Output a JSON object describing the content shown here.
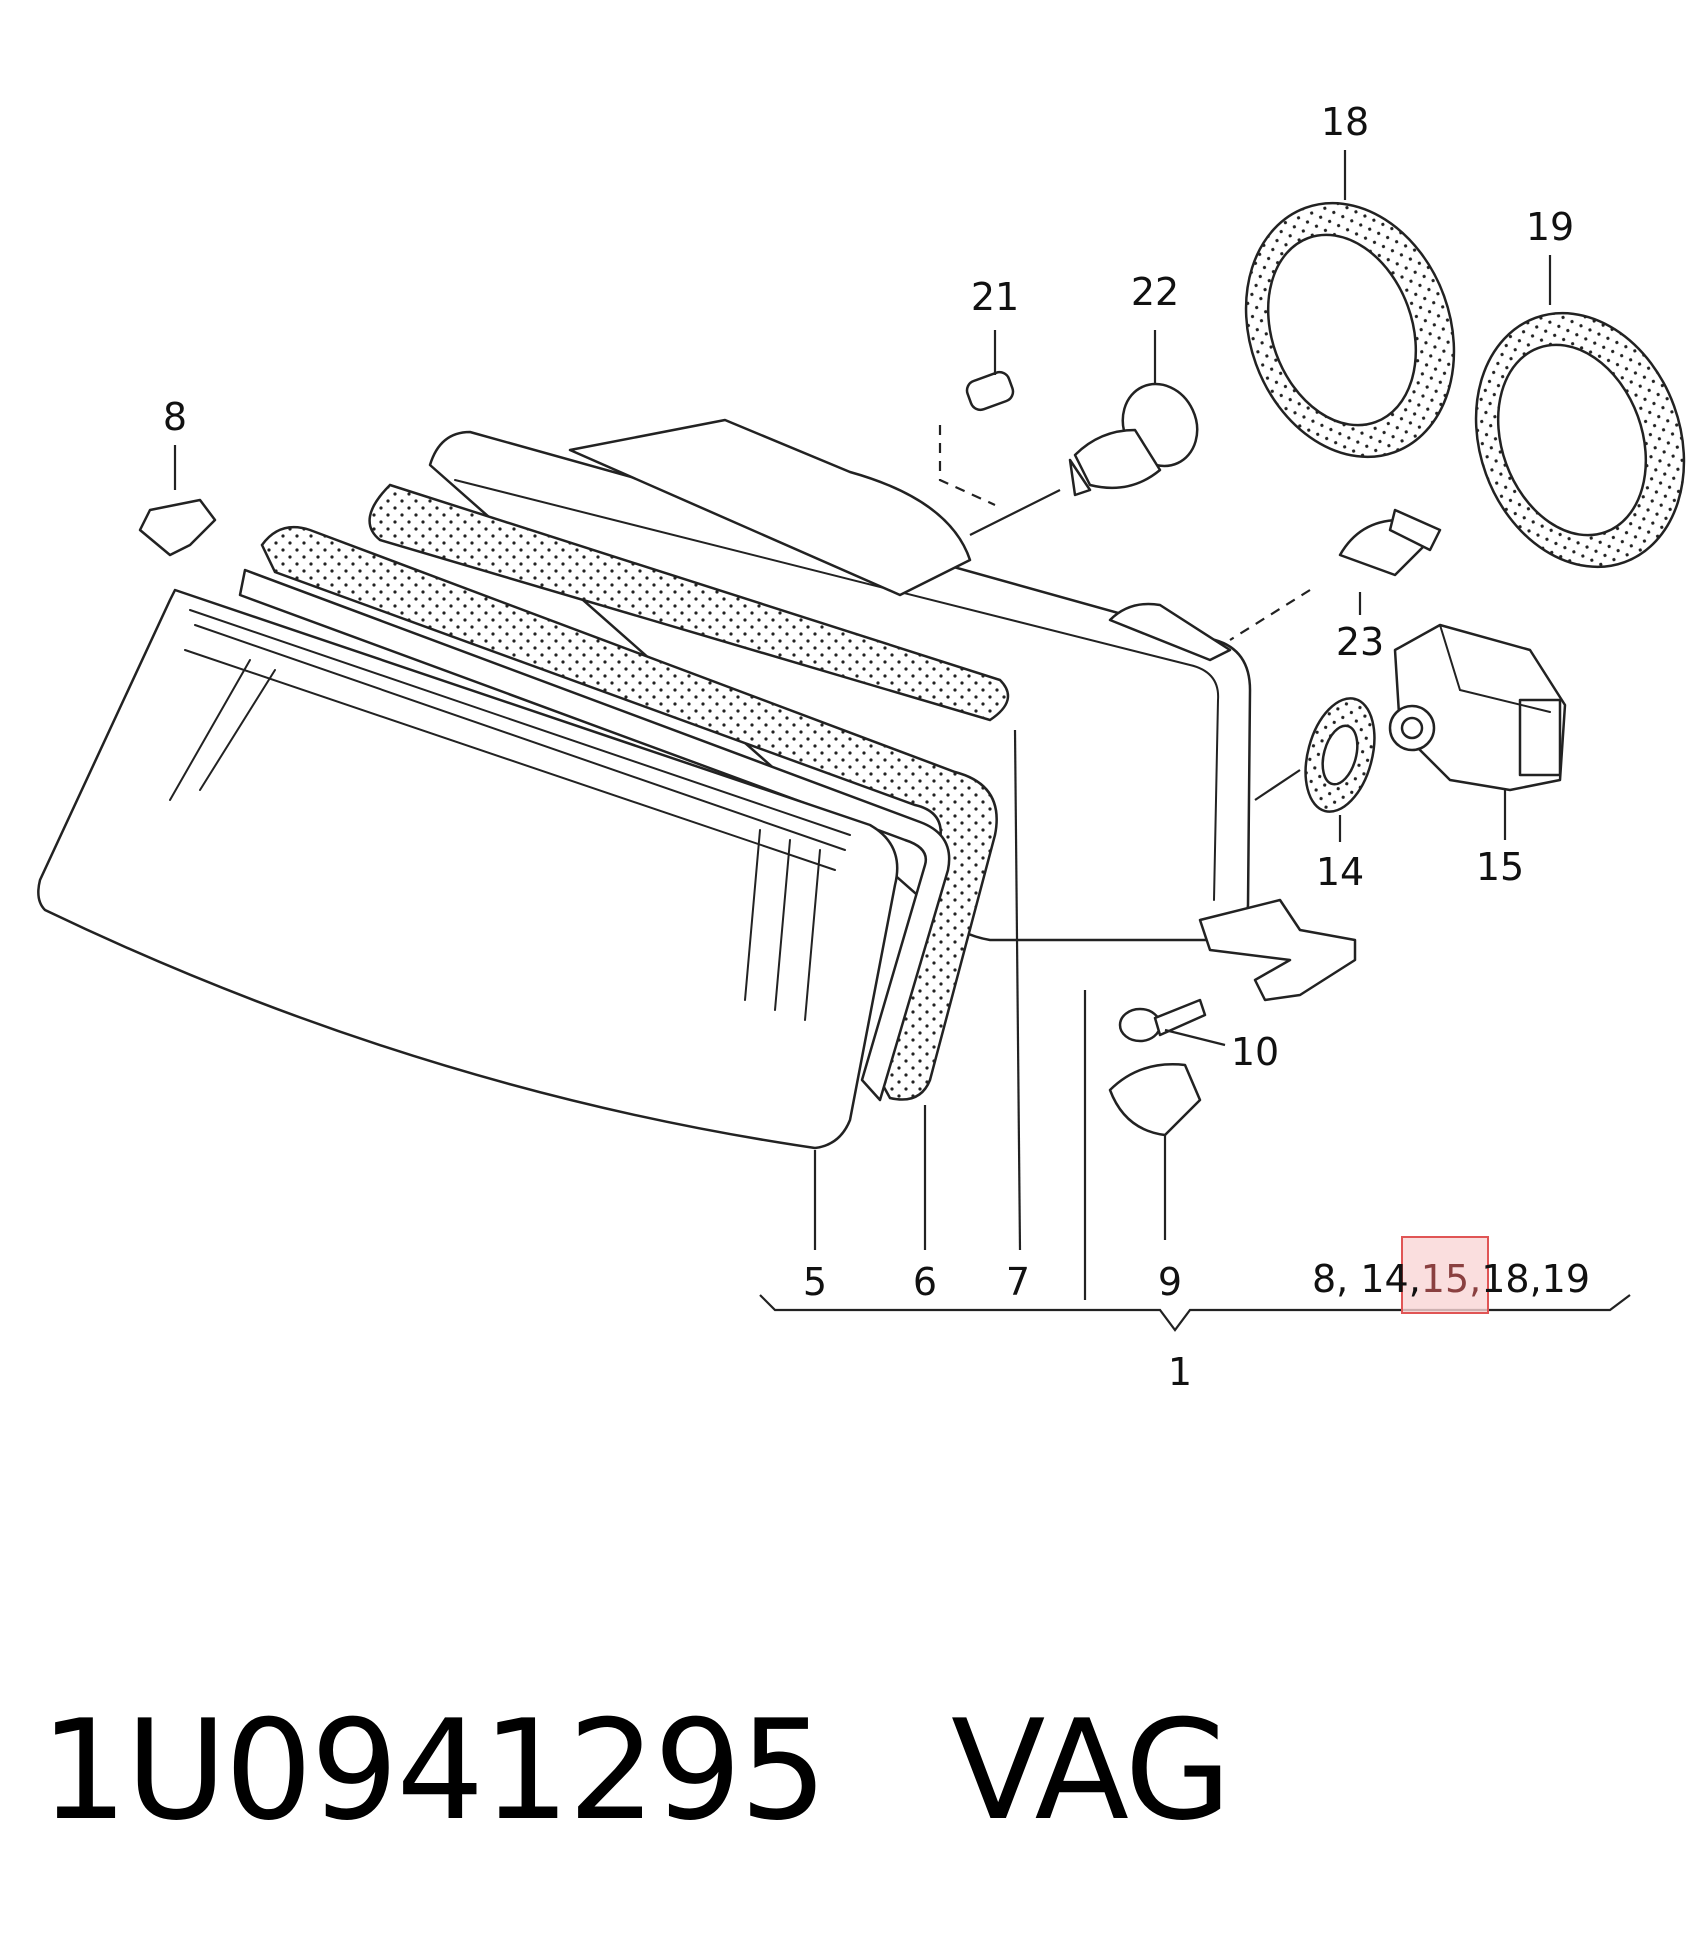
{
  "callouts": {
    "c1": "1",
    "c5": "5",
    "c6": "6",
    "c7": "7",
    "c8": "8",
    "c9": "9",
    "c10": "10",
    "c14": "14",
    "c15": "15",
    "c18": "18",
    "c19": "19",
    "c21": "21",
    "c22": "22",
    "c23": "23"
  },
  "assembly_list": {
    "before": "8, 14,",
    "highlighted": "15,",
    "after": "18,19"
  },
  "footer": {
    "part_number": "1U0941295   VAG"
  },
  "colors": {
    "line": "#222222",
    "highlight_fill": "#f9d6d6",
    "highlight_stroke": "#e05555",
    "highlight_text": "#8a4040"
  }
}
